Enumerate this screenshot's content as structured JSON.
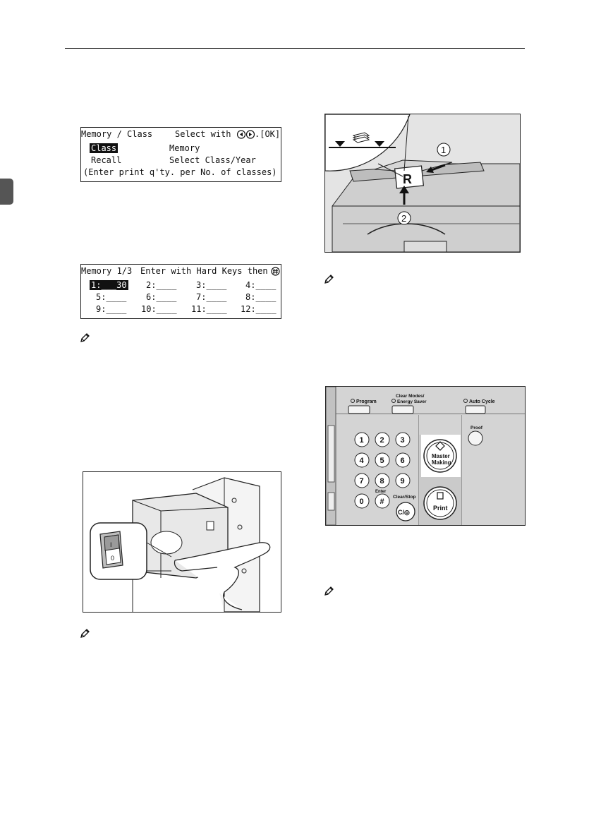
{
  "lcd1": {
    "title": "Memory / Class",
    "hint": "Select with",
    "ok": ".[OK]",
    "row1_sel": "Class",
    "row1_right": "Memory",
    "row2_left": "Recall",
    "row2_right": "Select Class/Year",
    "row3": "(Enter print q'ty. per No. of classes)"
  },
  "lcd2": {
    "title": "Memory 1/3",
    "hint": "Enter with Hard Keys then",
    "first_cell": "1:___30",
    "row1": [
      "2:____",
      "3:____",
      "4:____"
    ],
    "row2": [
      "5:____",
      "6:____",
      "7:____",
      "8:____"
    ],
    "row3": [
      "9:____",
      "10:____",
      "11:____",
      "12:____"
    ]
  },
  "adf_figure": {
    "callout_1": "1",
    "callout_2": "2",
    "letter": "R"
  },
  "panel": {
    "program": "Program",
    "clear_modes": "Clear Modes/",
    "energy_saver": "Energy Saver",
    "auto_cycle": "Auto Cycle",
    "proof": "Proof",
    "keys": [
      "1",
      "2",
      "3",
      "4",
      "5",
      "6",
      "7",
      "8",
      "9",
      "0",
      "#"
    ],
    "enter": "Enter",
    "clear_stop": "Clear/Stop",
    "clear_stop_key": "C/◎",
    "master": "Master",
    "making": "Making",
    "print": "Print"
  },
  "switch_figure": {
    "on": "I",
    "off": "0"
  }
}
